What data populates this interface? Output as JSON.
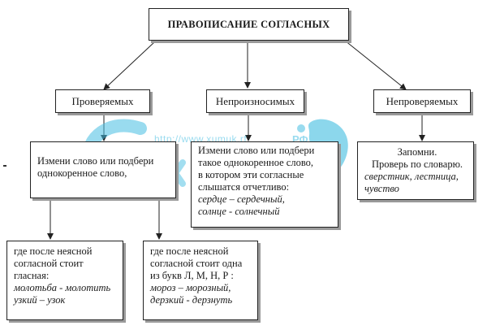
{
  "diagram": {
    "title": "ПРАВОПИСАНИЕ СОГЛАСНЫХ",
    "categories": [
      {
        "label": "Проверяемых",
        "rule": {
          "lines": [
            "Измени слово или подбери",
            "однокоренное слово,"
          ]
        },
        "cases": [
          {
            "lines": [
              "где после неясной",
              "согласной стоит",
              "гласная:"
            ],
            "examples": [
              "молотьба - молотить",
              "узкий – узок"
            ]
          },
          {
            "lines": [
              "где после неясной",
              "согласной стоит одна",
              "из букв Л, М, Н, Р :"
            ],
            "examples": [
              "мороз – морозный,",
              "дерзкий - дерзнуть"
            ]
          }
        ]
      },
      {
        "label": "Непроизносимых",
        "rule": {
          "lines": [
            "Измени слово или подбери",
            "такое однокоренное слово,",
            "в котором эти согласные",
            "слышатся отчетливо:"
          ],
          "examples": [
            "сердце – сердечный,",
            "солнце - солнечный"
          ]
        }
      },
      {
        "label": "Непроверяемых",
        "rule": {
          "lines": [
            "Запомни.",
            "Проверь по словарю."
          ],
          "examples": [
            "сверстник, лестница,",
            "чувство"
          ]
        }
      }
    ]
  },
  "watermark": {
    "url": "http://www.xumuk.rf",
    "tld": "РФ",
    "color": "#46bee1"
  }
}
